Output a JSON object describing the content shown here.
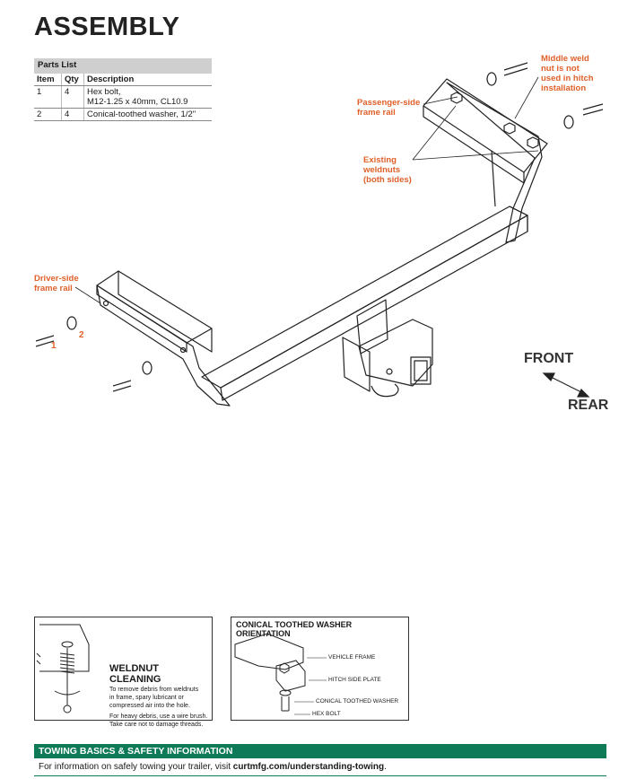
{
  "page": {
    "title": "ASSEMBLY"
  },
  "parts_list": {
    "title": "Parts List",
    "headers": [
      "Item",
      "Qty",
      "Description"
    ],
    "rows": [
      {
        "item": "1",
        "qty": "4",
        "desc1": "Hex bolt,",
        "desc2": "M12-1.25 x 40mm, CL10.9"
      },
      {
        "item": "2",
        "qty": "4",
        "desc1": "Conical-toothed washer, 1/2\"",
        "desc2": ""
      }
    ]
  },
  "callouts": {
    "middle_weld": [
      "Middle weld",
      "nut is not",
      "used in hitch",
      "installation"
    ],
    "passenger_rail": [
      "Passenger-side",
      "frame rail"
    ],
    "existing_weldnuts": [
      "Existing",
      "weldnuts",
      "(both sides)"
    ],
    "driver_rail": [
      "Driver-side",
      "frame rail"
    ],
    "item1": "1",
    "item2": "2"
  },
  "directions": {
    "front": "FRONT",
    "rear": "REAR"
  },
  "weldnut_box": {
    "title": "WELDNUT CLEANING",
    "lines": [
      "To remove debris from weldnuts",
      "in frame, spary lubricant or",
      "compressed air into the hole.",
      "For heavy debris, use a wire brush.",
      "Take care not to damage threads."
    ]
  },
  "washer_box": {
    "title": "CONICAL TOOTHED WASHER ORIENTATION",
    "labels": {
      "frame": "VEHICLE FRAME",
      "plate": "HITCH SIDE PLATE",
      "washer": "CONICAL TOOTHED WASHER",
      "bolt": "HEX BOLT"
    }
  },
  "footer": {
    "bar": "TOWING BASICS & SAFETY INFORMATION",
    "text_prefix": "For information on safely towing your trailer, visit ",
    "link": "curtmfg.com/understanding-towing",
    "text_suffix": "."
  },
  "colors": {
    "accent": "#e0602a",
    "footer_green": "#0f7a57"
  }
}
